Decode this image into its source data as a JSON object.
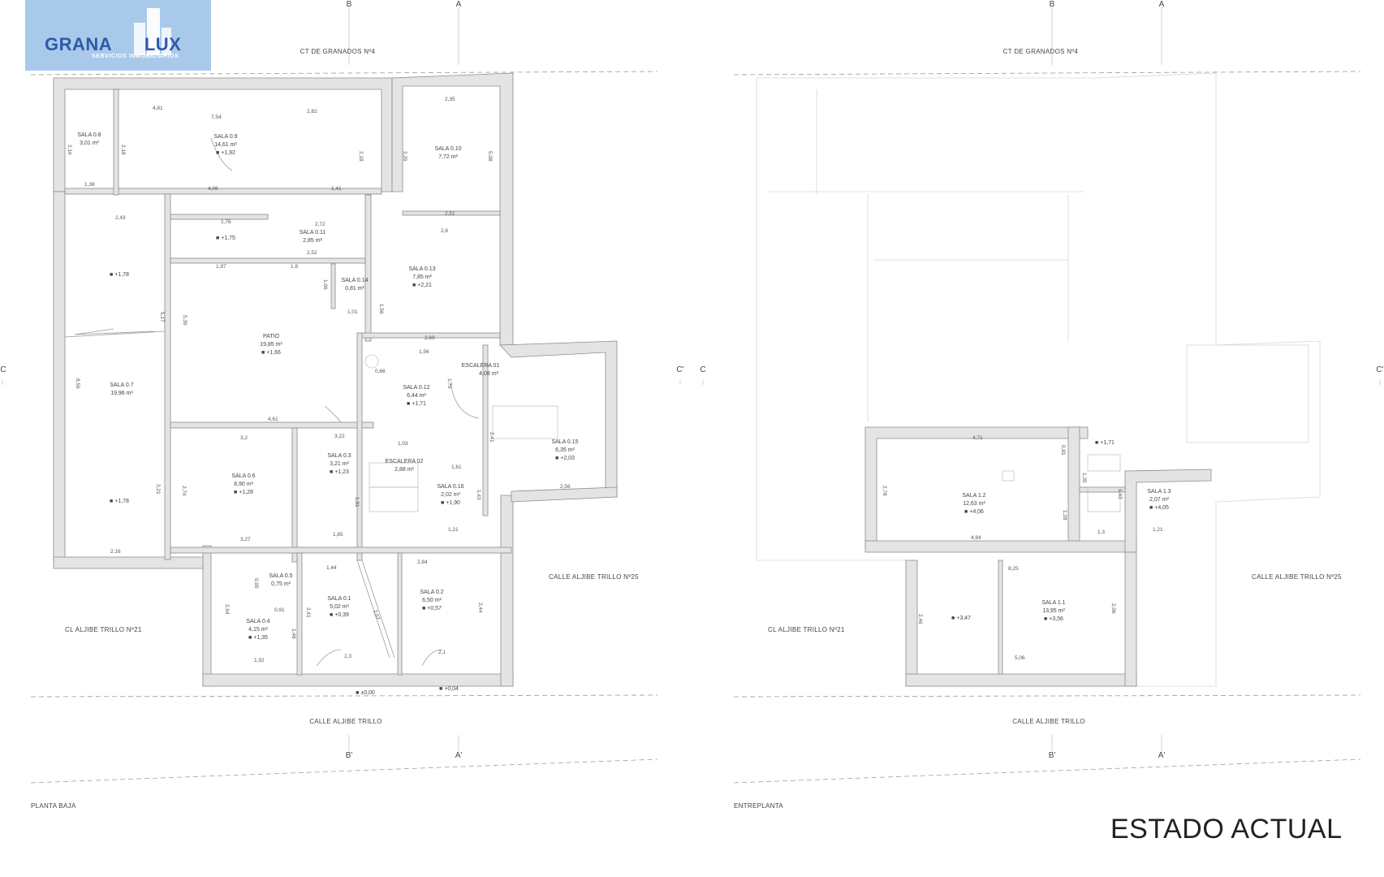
{
  "logo": {
    "name_left": "GRANA",
    "name_right": "LUX",
    "subtitle": "SERVICIOS INMOBILIARIOS"
  },
  "title": "ESTADO ACTUAL",
  "left_plan": {
    "label": "PLANTA BAJA",
    "street_top": "CT DE GRANADOS Nº4",
    "street_bottom": "CALLE ALJIBE TRILLO",
    "street_left": "CL ALJIBE TRILLO Nº21",
    "street_right": "CALLE ALJIBE TRILLO Nº25",
    "axes": {
      "b_top": "B",
      "a_top": "A",
      "b_bottom": "B'",
      "a_bottom": "A'",
      "c_left": "C",
      "c_right": "C'"
    },
    "rooms": [
      {
        "name": "SALA 0.8",
        "area": "3,01 m²"
      },
      {
        "name": "SALA 0.9",
        "area": "14,61 m²",
        "level": "+1,92"
      },
      {
        "name": "SALA 0.10",
        "area": "7,72 m²"
      },
      {
        "name": "SALA 0.11",
        "area": "2,85 m²"
      },
      {
        "name": "SALA 0.13",
        "area": "7,85 m²",
        "level": "+2,21"
      },
      {
        "name": "SALA 0.14",
        "area": "0,81 m²"
      },
      {
        "name": "PATIO",
        "area": "19,85 m²",
        "level": "+1,66"
      },
      {
        "name": "SALA 0.7",
        "area": "19,96 m²"
      },
      {
        "name": "SALA 0.12",
        "area": "6,44 m²",
        "level": "+1,71"
      },
      {
        "name": "ESCALERA 01",
        "area": "4,08 m²"
      },
      {
        "name": "SALA 0.15",
        "area": "6,35 m²",
        "level": "+2,03"
      },
      {
        "name": "SALA 0.6",
        "area": "8,90 m²",
        "level": "+1,28"
      },
      {
        "name": "SALA 0.3",
        "area": "3,21 m²",
        "level": "+1,23"
      },
      {
        "name": "ESCALERA 02",
        "area": "2,88 m²"
      },
      {
        "name": "SALA 0.16",
        "area": "2,02 m²",
        "level": "+1,90"
      },
      {
        "name": "SALA 0.5",
        "area": "0,75 m²"
      },
      {
        "name": "SALA 0.1",
        "area": "5,02 m²",
        "level": "+0,39"
      },
      {
        "name": "SALA 0.2",
        "area": "6,50 m²",
        "level": "+0,57"
      },
      {
        "name": "SALA 0.4",
        "area": "4,15 m²",
        "level": "+1,35"
      }
    ],
    "levels": [
      "+1,75",
      "+1,78",
      "+1,78",
      "±0,00",
      "+0,04"
    ],
    "dims": [
      "4,81",
      "7,54",
      "2,82",
      "2,35",
      "2,16",
      "2,18",
      "2,18",
      "3,29",
      "5,08",
      "1,38",
      "4,06",
      "1,41",
      "2,43",
      "1,76",
      "2,72",
      "2,51",
      "2,6",
      "1,97",
      "2,52",
      "1,8",
      "1,06",
      "1,01",
      "1,56",
      "2,69",
      "1,56",
      "0,66",
      "1,79",
      "5,17",
      "5,39",
      "8,56",
      "4,61",
      "3,2",
      "3,22",
      "1,03",
      "1,61",
      "2,56",
      "3,21",
      "2,74",
      "3,27",
      "2,16",
      "1,65",
      "1,44",
      "2,84",
      "0,95",
      "0,91",
      "2,41",
      "1,48",
      "2,94",
      "1,92",
      "2,3",
      "2,1",
      "2,44",
      "2,67",
      "1,21",
      "1,43",
      "1,81",
      "2,41"
    ]
  },
  "right_plan": {
    "label": "ENTREPLANTA",
    "street_top": "CT DE GRANADOS Nº4",
    "street_bottom": "CALLE ALJIBE TRILLO",
    "street_left": "CL ALJIBE TRILLO Nº21",
    "street_right": "CALLE ALJIBE TRILLO Nº25",
    "axes": {
      "b_top": "B",
      "a_top": "A",
      "b_bottom": "B'",
      "a_bottom": "A'",
      "c_left": "C",
      "c_right": "C'"
    },
    "rooms": [
      {
        "name": "SALA 1.2",
        "area": "12,63 m²",
        "level": "+4,06"
      },
      {
        "name": "SALA 1.3",
        "area": "2,07 m²",
        "level": "+4,05"
      },
      {
        "name": "SALA 1.1",
        "area": "13,95 m²",
        "level": "+3,56"
      }
    ],
    "levels": [
      "+1,71",
      "+3,47"
    ],
    "dims": [
      "4,71",
      "4,84",
      "2,78",
      "0,81",
      "1,35",
      "1,28",
      "1,43",
      "1,21",
      "1,3",
      "8,25",
      "5,06",
      "2,46",
      "2,06"
    ]
  }
}
